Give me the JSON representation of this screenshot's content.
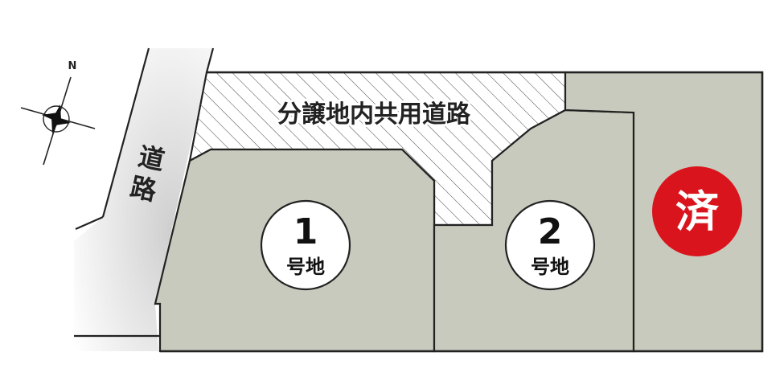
{
  "compass": {
    "north_label": "N",
    "icon": "compass-rose-icon"
  },
  "road": {
    "label_line1": "道",
    "label_line2": "路"
  },
  "shared_road": {
    "label": "分譲地内共用道路"
  },
  "lots": [
    {
      "number": "1",
      "suffix": "号地",
      "status": "available"
    },
    {
      "number": "2",
      "suffix": "号地",
      "status": "available"
    },
    {
      "number": "",
      "suffix": "",
      "status": "sold",
      "badge": "済"
    }
  ],
  "colors": {
    "lot_fill": "#c8cabd",
    "road_shadow": "#d4d4d4",
    "outline": "#222222",
    "sold_badge": "#d9141c",
    "circle_fill": "#ffffff"
  }
}
